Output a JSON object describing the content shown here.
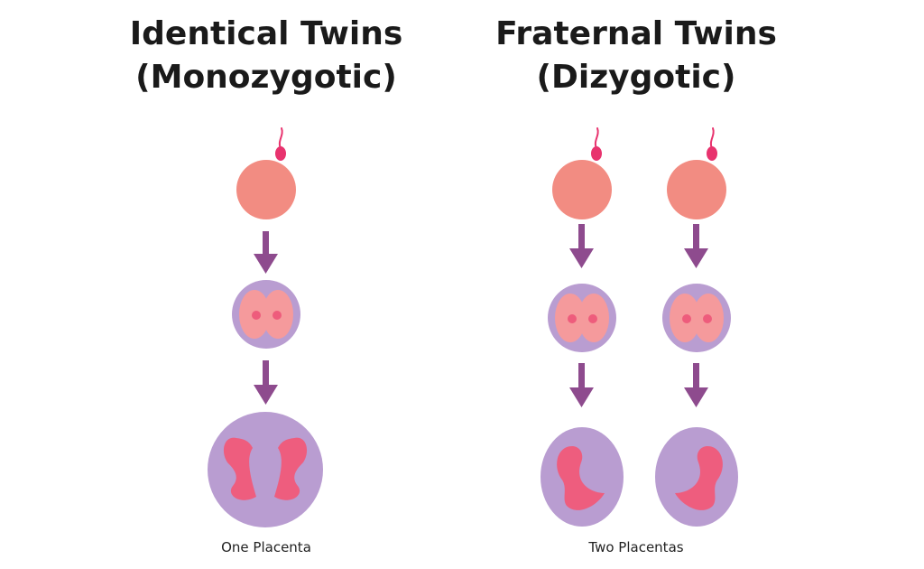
{
  "identical": {
    "title_line1": "Identical Twins",
    "title_line2": "(Monozygotic)",
    "caption": "One Placenta"
  },
  "fraternal": {
    "title_line1": "Fraternal Twins",
    "title_line2": "(Dizygotic)",
    "caption": "Two Placentas"
  },
  "colors": {
    "egg": "#f28c82",
    "sperm": "#e8336e",
    "arrow": "#8e4b8e",
    "membrane": "#b99dd1",
    "cell": "#f59a9c",
    "nucleus": "#ee5c7c",
    "embryo": "#ee5d7e"
  }
}
